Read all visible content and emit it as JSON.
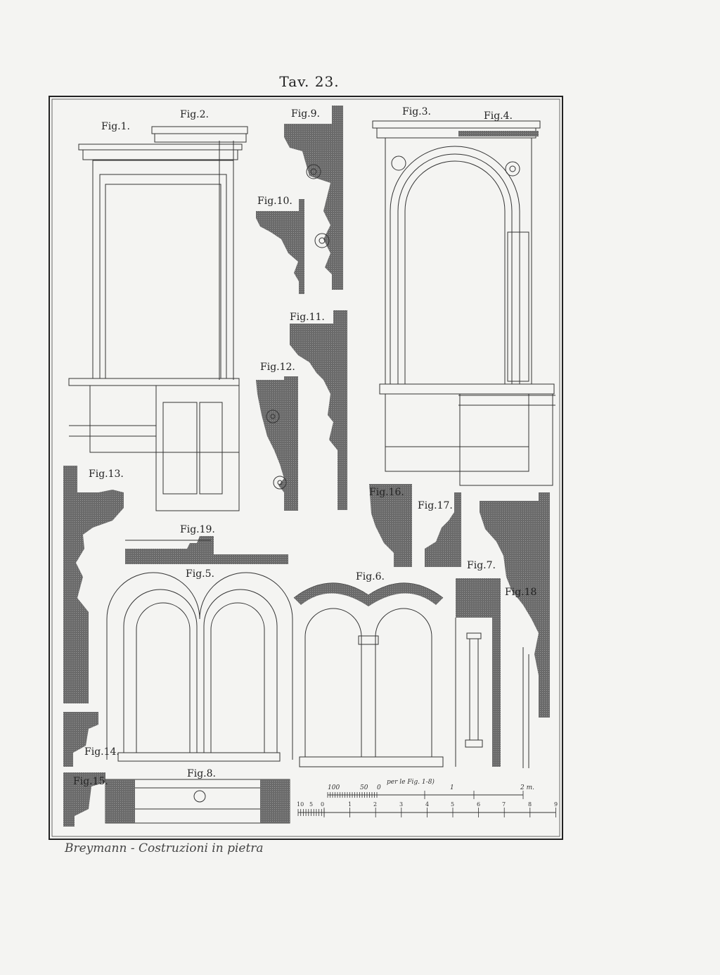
{
  "plate_title": "Tav. 23.",
  "caption": "Breymann - Costruzioni in pietra",
  "figures": {
    "fig1": "Fig.1.",
    "fig2": "Fig.2.",
    "fig3": "Fig.3.",
    "fig4": "Fig.4.",
    "fig5": "Fig.5.",
    "fig6": "Fig.6.",
    "fig7": "Fig.7.",
    "fig8": "Fig.8.",
    "fig9": "Fig.9.",
    "fig10": "Fig.10.",
    "fig11": "Fig.11.",
    "fig12": "Fig.12.",
    "fig13": "Fig.13.",
    "fig14": "Fig.14.",
    "fig15": "Fig.15.",
    "fig16": "Fig.16.",
    "fig17": "Fig.17.",
    "fig18": "Fig.18",
    "fig19": "Fig.19."
  },
  "scale": {
    "note": "per le Fig. 1-8)",
    "top_labels": [
      "100",
      "50",
      "0",
      "1",
      "2 m."
    ],
    "bottom_labels": [
      "10",
      "5",
      "0",
      "1",
      "2",
      "3",
      "4",
      "5",
      "6",
      "7",
      "8",
      "9"
    ]
  },
  "colors": {
    "paper": "#f4f4f2",
    "ink": "#222222",
    "hatch": "#5a5a5a"
  }
}
